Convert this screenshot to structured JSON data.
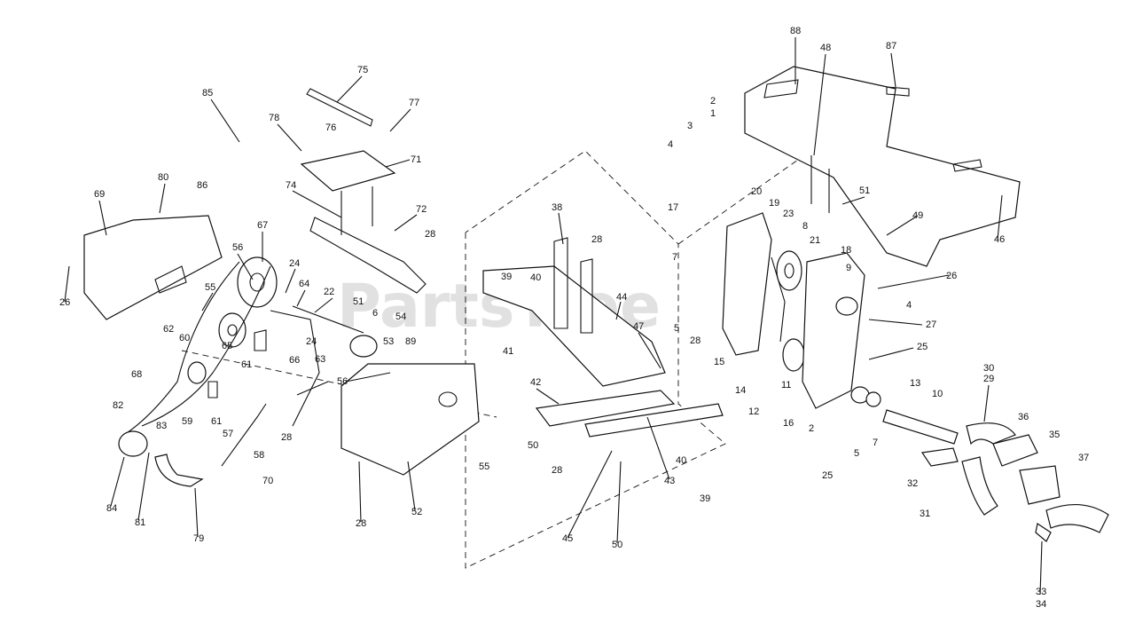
{
  "diagram": {
    "watermark": "PartsTree",
    "part_labels": [
      "88",
      "48",
      "87",
      "85",
      "75",
      "77",
      "76",
      "78",
      "71",
      "86",
      "80",
      "74",
      "69",
      "72",
      "28",
      "67",
      "56",
      "24",
      "55",
      "64",
      "22",
      "26",
      "51",
      "6",
      "54",
      "62",
      "60",
      "24",
      "65",
      "53",
      "61",
      "89",
      "63",
      "68",
      "66",
      "56",
      "59",
      "61",
      "82",
      "83",
      "57",
      "28",
      "58",
      "70",
      "84",
      "81",
      "79",
      "52",
      "28",
      "55",
      "38",
      "28",
      "39",
      "40",
      "44",
      "41",
      "47",
      "42",
      "50",
      "28",
      "40",
      "43",
      "39",
      "45",
      "50",
      "2",
      "1",
      "3",
      "4",
      "20",
      "19",
      "23",
      "8",
      "21",
      "17",
      "18",
      "7",
      "9",
      "26",
      "5",
      "28",
      "4",
      "27",
      "25",
      "15",
      "14",
      "11",
      "12",
      "16",
      "2",
      "13",
      "10",
      "25",
      "5",
      "7",
      "30",
      "29",
      "36",
      "35",
      "37",
      "32",
      "31",
      "33",
      "34",
      "46",
      "49",
      "51"
    ]
  }
}
